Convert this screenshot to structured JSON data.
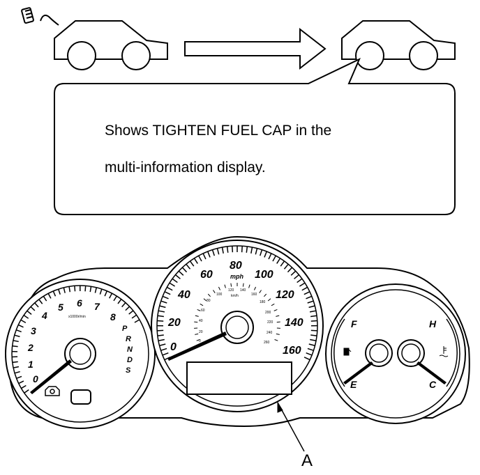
{
  "callout": {
    "line1": "Shows TIGHTEN FUEL CAP in the",
    "line2": "multi-information display."
  },
  "label_a": "A",
  "tachometer": {
    "numbers": [
      "0",
      "1",
      "2",
      "3",
      "4",
      "5",
      "6",
      "7",
      "8"
    ],
    "unit": "x1000r/min",
    "gears": [
      "P",
      "R",
      "N",
      "D",
      "S"
    ]
  },
  "speedometer": {
    "mph": [
      "0",
      "20",
      "40",
      "60",
      "80",
      "100",
      "120",
      "140",
      "160"
    ],
    "unit_mph": "mph",
    "kmh": [
      "0",
      "20",
      "40",
      "60",
      "80",
      "100",
      "120",
      "140",
      "160",
      "180",
      "200",
      "220",
      "240",
      "260"
    ],
    "unit_kmh": "km/h"
  },
  "gauges": {
    "fuel_full": "F",
    "fuel_empty": "E",
    "temp_hot": "H",
    "temp_cold": "C"
  },
  "icons": [
    "fuel-cap-icon",
    "car-icon",
    "arrow-right-icon",
    "fuel-pump-icon",
    "coolant-temperature-icon",
    "check-engine-icon"
  ]
}
